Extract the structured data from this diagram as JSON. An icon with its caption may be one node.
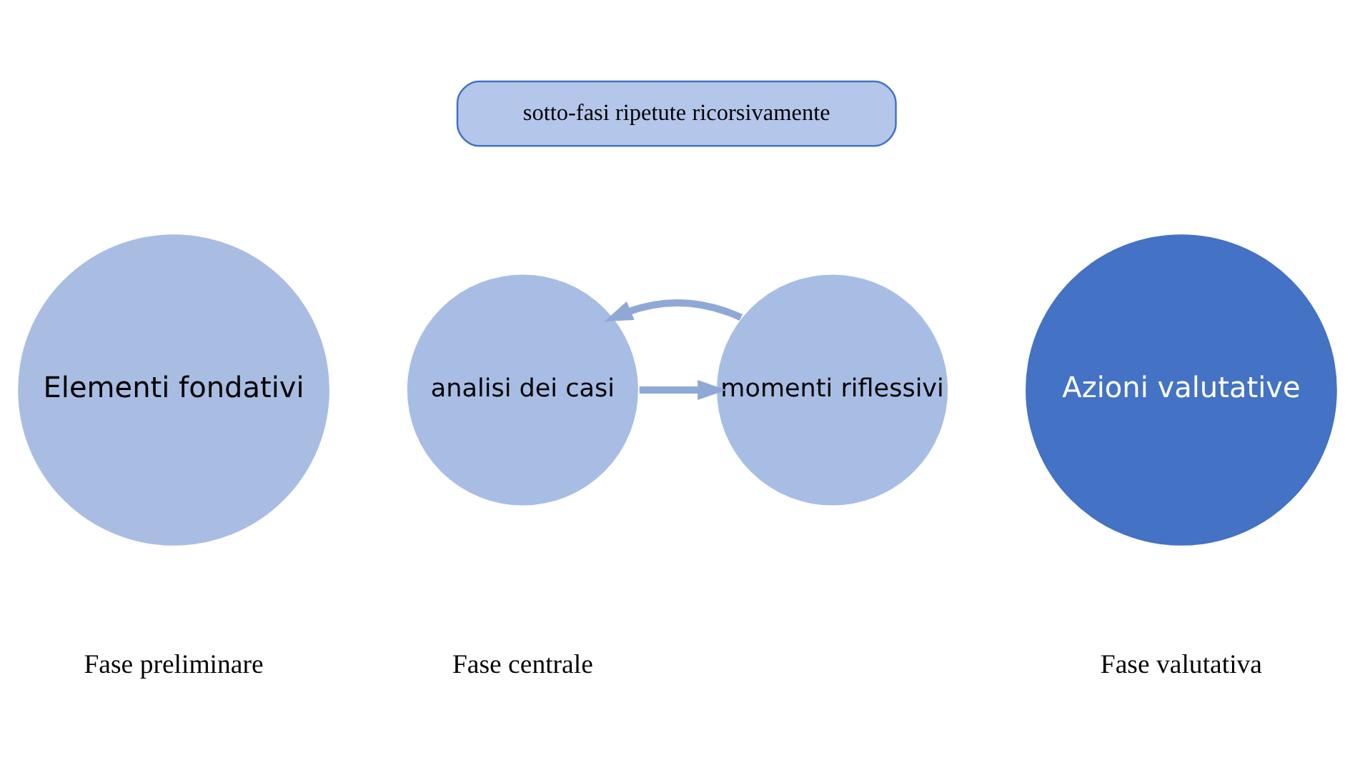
{
  "diagram": {
    "nodes": [
      {
        "text": [
          "sotto-fasi ripetute ricorsivamente"
        ]
      },
      {
        "text": [
          "Elementi fondativi"
        ]
      },
      {
        "text": [
          "analisi dei casi"
        ]
      },
      {
        "text": [
          "momenti riflessivi"
        ]
      },
      {
        "text": [
          "Azioni valutative"
        ]
      }
    ],
    "edges": [
      {
        "from": 2,
        "to": 3,
        "arrow": "to"
      },
      {
        "from": 3,
        "to": 2,
        "arrow": "to"
      }
    ],
    "labels": [
      "Fase preliminare",
      "Fase centrale",
      "Fase valutativa"
    ]
  }
}
